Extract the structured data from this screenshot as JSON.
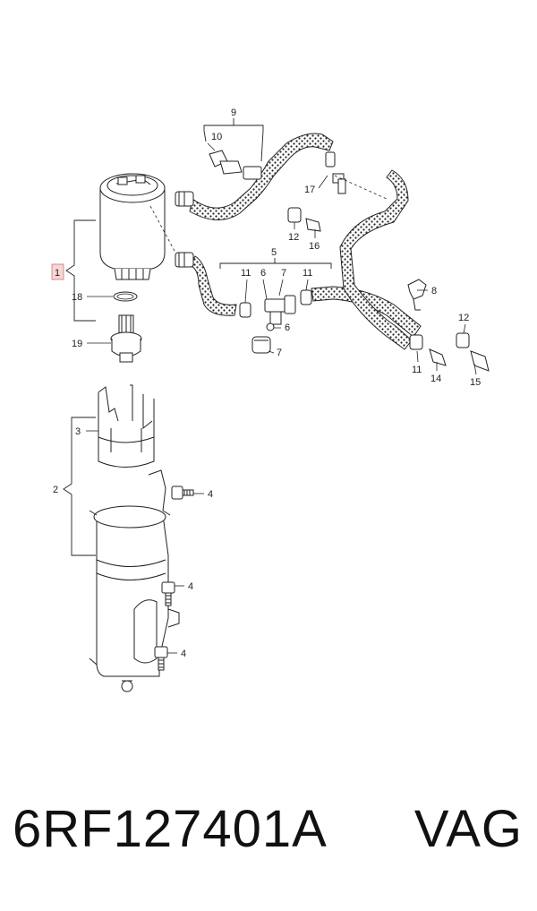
{
  "callouts": {
    "c1": "1",
    "c2": "2",
    "c3": "3",
    "c4a": "4",
    "c4b": "4",
    "c4c": "4",
    "c5": "5",
    "c6a": "6",
    "c6b": "6",
    "c7a": "7",
    "c7b": "7",
    "c8": "8",
    "c9": "9",
    "c10": "10",
    "c11a": "11",
    "c11b": "11",
    "c11c": "11",
    "c12a": "12",
    "c12b": "12",
    "c14": "14",
    "c15": "15",
    "c16": "16",
    "c17": "17",
    "c18": "18",
    "c19": "19"
  },
  "footer": {
    "part_number": "6RF127401A",
    "brand": "VAG"
  },
  "colors": {
    "line": "#222222",
    "highlight_fill": "#f6d6d6",
    "highlight_stroke": "#d98a8a"
  }
}
